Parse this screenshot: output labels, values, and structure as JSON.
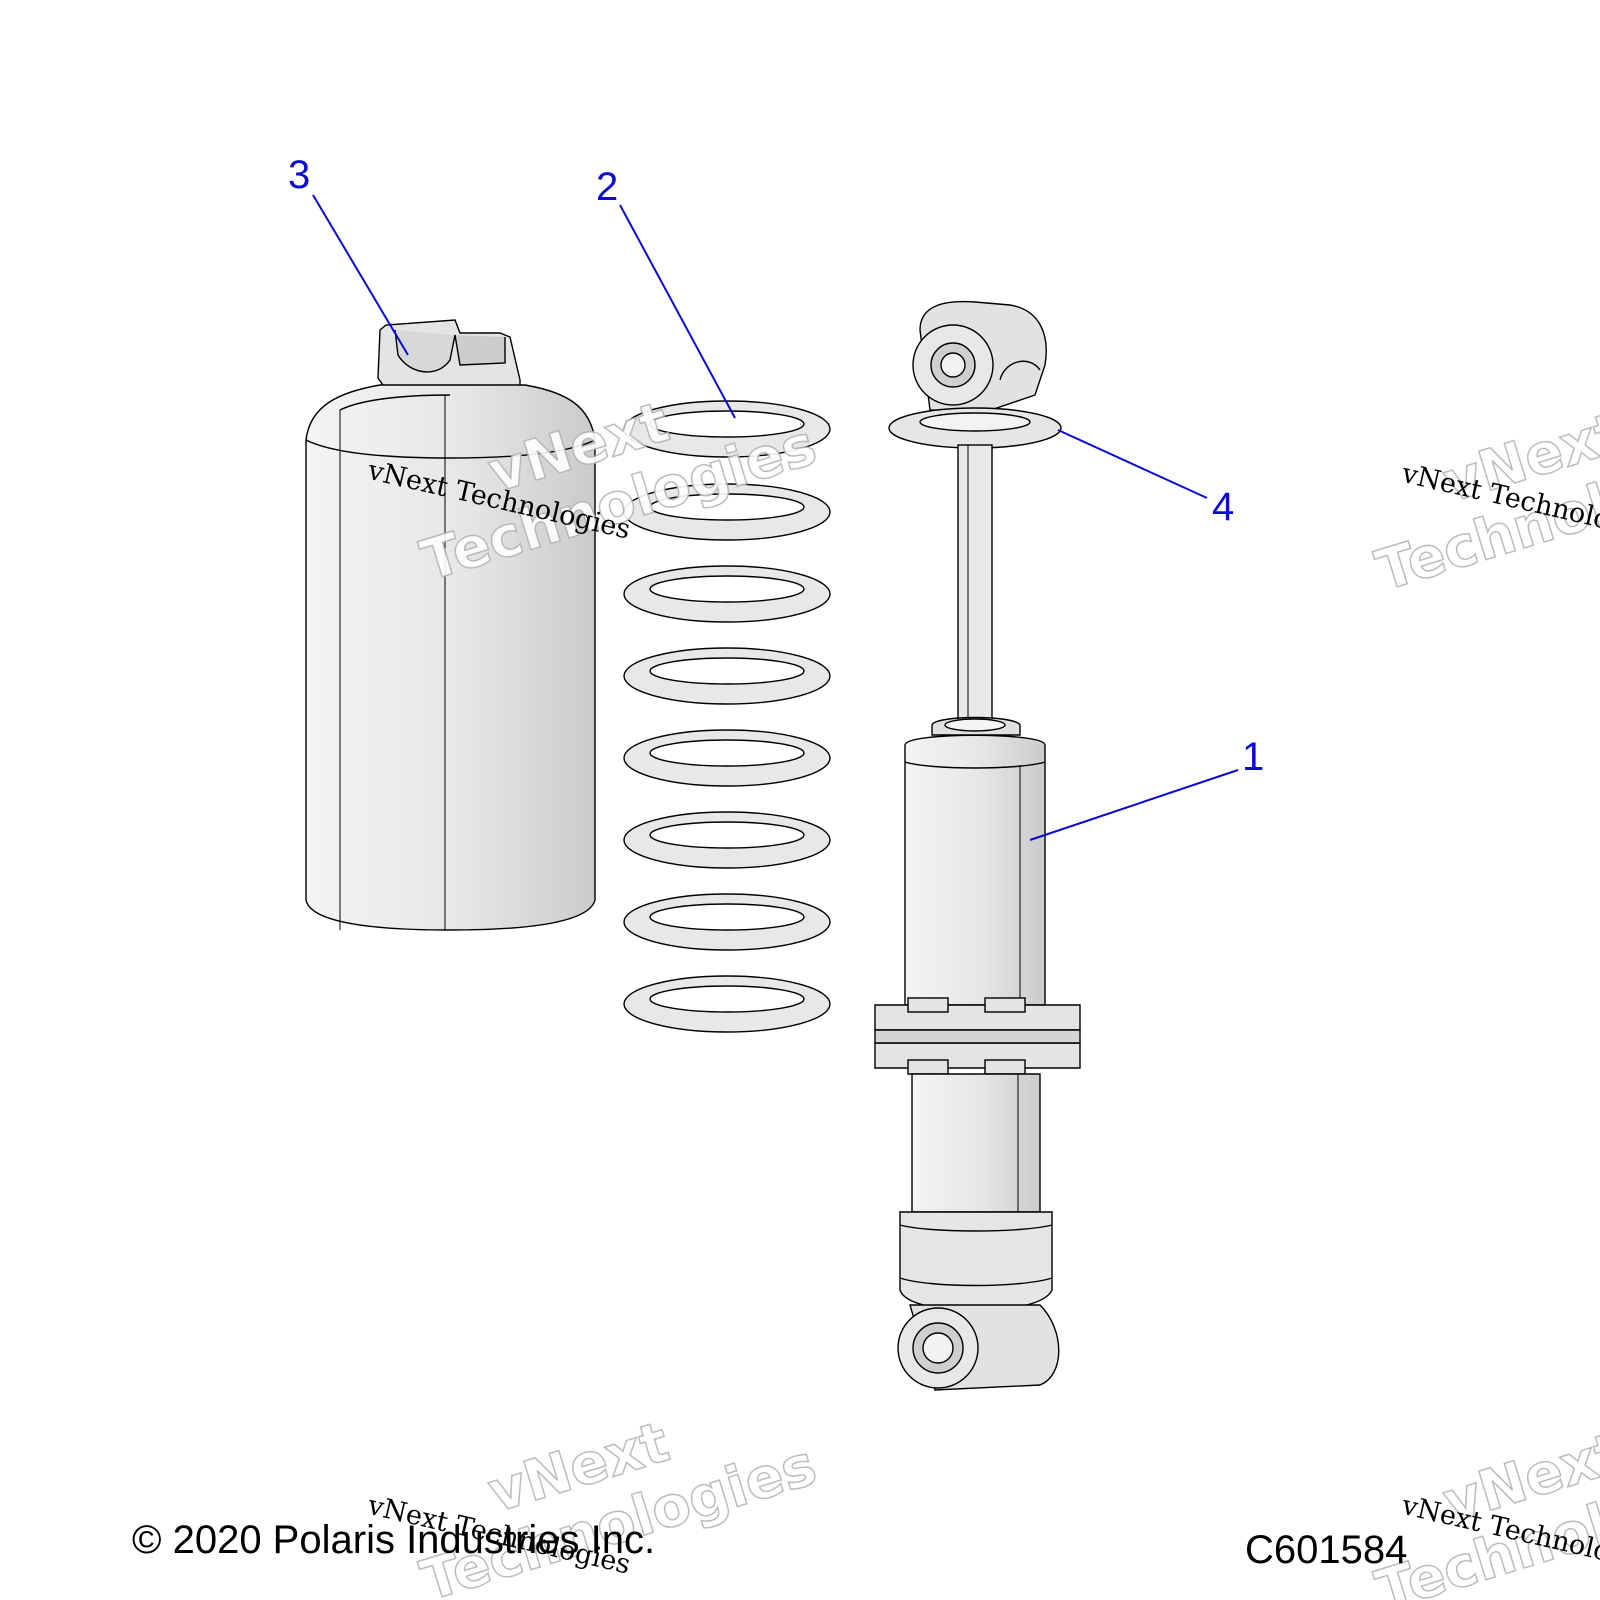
{
  "callouts": [
    {
      "label": "3",
      "part": "boot"
    },
    {
      "label": "2",
      "part": "spring"
    },
    {
      "label": "4",
      "part": "spring-retainer"
    },
    {
      "label": "1",
      "part": "shock-absorber"
    }
  ],
  "footer": {
    "copyright": "© 2020 Polaris Industries Inc.",
    "drawing_number": "C601584"
  },
  "watermark": {
    "line1": "vNext",
    "line2": "Technologies",
    "caption": "vNext Technologies"
  },
  "colors": {
    "callout": "#0a0ad2",
    "part_fill": "#e8e8e8",
    "part_shade": "#c9c9c9",
    "outline": "#000000"
  }
}
